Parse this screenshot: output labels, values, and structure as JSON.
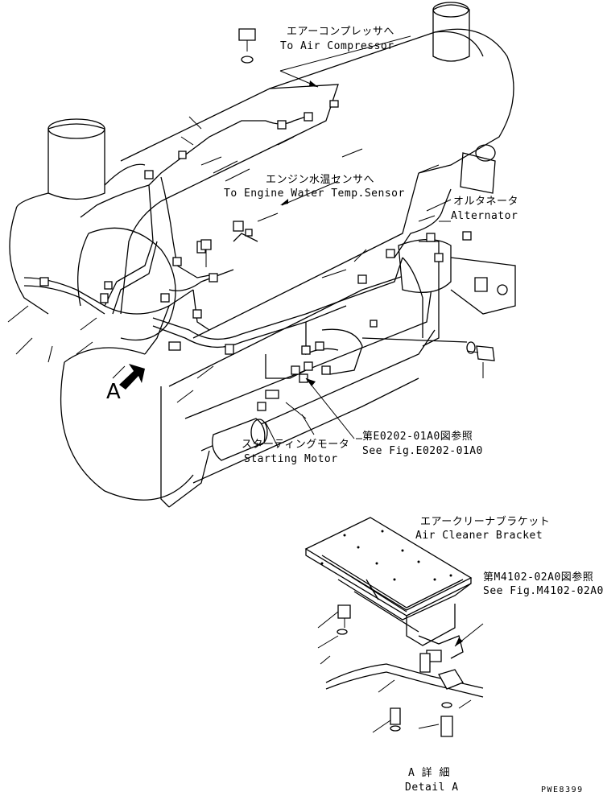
{
  "labels": {
    "air_compressor_jp": "エアーコンプレッサへ",
    "air_compressor_en": "To Air Compressor",
    "water_temp_jp": "エンジン水温センサへ",
    "water_temp_en": "To Engine Water Temp.Sensor",
    "alternator_jp": "オルタネータ",
    "alternator_en": "Alternator",
    "ref_e0202_jp": "第E0202-01A0図参照",
    "ref_e0202_en": "See Fig.E0202-01A0",
    "starting_motor_jp": "スターティングモータ",
    "starting_motor_en": "Starting Motor",
    "detail_marker": "A",
    "air_cleaner_jp": "エアークリーナブラケット",
    "air_cleaner_en": "Air Cleaner Bracket",
    "ref_m4102_jp": "第M4102-02A0図参照",
    "ref_m4102_en": "See Fig.M4102-02A0",
    "detail_jp": "A 詳 細",
    "detail_en": "Detail A",
    "drawing_code": "PWE8399"
  }
}
